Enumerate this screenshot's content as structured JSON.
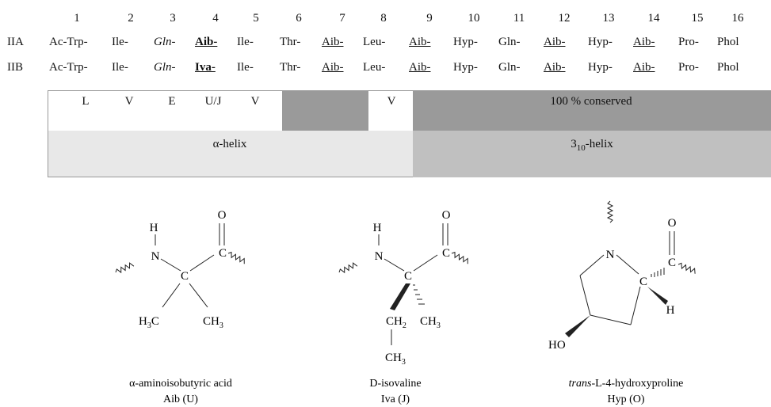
{
  "positions": [
    "1",
    "2",
    "3",
    "4",
    "5",
    "6",
    "7",
    "8",
    "9",
    "10",
    "11",
    "12",
    "13",
    "14",
    "15",
    "16"
  ],
  "rows": [
    {
      "label": "IIA",
      "residues": [
        {
          "text": "Ac-Trp-",
          "style": "normal"
        },
        {
          "text": "Ile-",
          "style": "normal"
        },
        {
          "text": "Gln-",
          "style": "italic"
        },
        {
          "text": "Aib-",
          "style": "bold-underline"
        },
        {
          "text": "Ile-",
          "style": "normal"
        },
        {
          "text": "Thr-",
          "style": "normal"
        },
        {
          "text": "Aib-",
          "style": "underline"
        },
        {
          "text": "Leu-",
          "style": "normal"
        },
        {
          "text": "Aib-",
          "style": "underline"
        },
        {
          "text": "Hyp-",
          "style": "normal"
        },
        {
          "text": "Gln-",
          "style": "normal"
        },
        {
          "text": "Aib-",
          "style": "underline"
        },
        {
          "text": "Hyp-",
          "style": "normal"
        },
        {
          "text": "Aib-",
          "style": "underline"
        },
        {
          "text": "Pro-",
          "style": "normal"
        },
        {
          "text": "Phol",
          "style": "normal"
        }
      ]
    },
    {
      "label": "IIB",
      "residues": [
        {
          "text": "Ac-Trp-",
          "style": "normal"
        },
        {
          "text": "Ile-",
          "style": "normal"
        },
        {
          "text": "Gln-",
          "style": "italic"
        },
        {
          "text": "Iva-",
          "style": "bold-underline"
        },
        {
          "text": "Ile-",
          "style": "normal"
        },
        {
          "text": "Thr-",
          "style": "normal"
        },
        {
          "text": "Aib-",
          "style": "underline"
        },
        {
          "text": "Leu-",
          "style": "normal"
        },
        {
          "text": "Aib-",
          "style": "underline"
        },
        {
          "text": "Hyp-",
          "style": "normal"
        },
        {
          "text": "Gln-",
          "style": "normal"
        },
        {
          "text": "Aib-",
          "style": "underline"
        },
        {
          "text": "Hyp-",
          "style": "normal"
        },
        {
          "text": "Aib-",
          "style": "underline"
        },
        {
          "text": "Pro-",
          "style": "normal"
        },
        {
          "text": "Phol",
          "style": "normal"
        }
      ]
    }
  ],
  "variations": [
    "L",
    "V",
    "E",
    "U/J",
    "V",
    "V"
  ],
  "conserved_label": "100 % conserved",
  "alpha_helix_label": "α-helix",
  "helix310": {
    "base": "3",
    "sub": "10",
    "rest": "-helix"
  },
  "colors": {
    "conserved": "#9a9a9a",
    "alpha_helix": "#e8e8e8",
    "helix310": "#c0c0c0"
  },
  "structures": [
    {
      "name": "α-aminoisobutyric acid",
      "abbr": "Aib (U)",
      "atoms": {
        "H": "H",
        "N": "N",
        "C": "C",
        "O": "O",
        "Cc": "C",
        "me1": "H3C",
        "me2": "CH3"
      }
    },
    {
      "name": "D-isovaline",
      "abbr": "Iva (J)",
      "atoms": {
        "H": "H",
        "N": "N",
        "C": "C",
        "O": "O",
        "Cc": "C",
        "ch2": "CH2",
        "ch3a": "CH3",
        "ch3b": "CH3"
      }
    },
    {
      "name_italic": "trans",
      "name_rest": "-L-4-hydroxyproline",
      "abbr": "Hyp (O)",
      "atoms": {
        "N": "N",
        "C": "C",
        "Cc": "C",
        "O": "O",
        "H": "H",
        "HO": "HO"
      }
    }
  ]
}
